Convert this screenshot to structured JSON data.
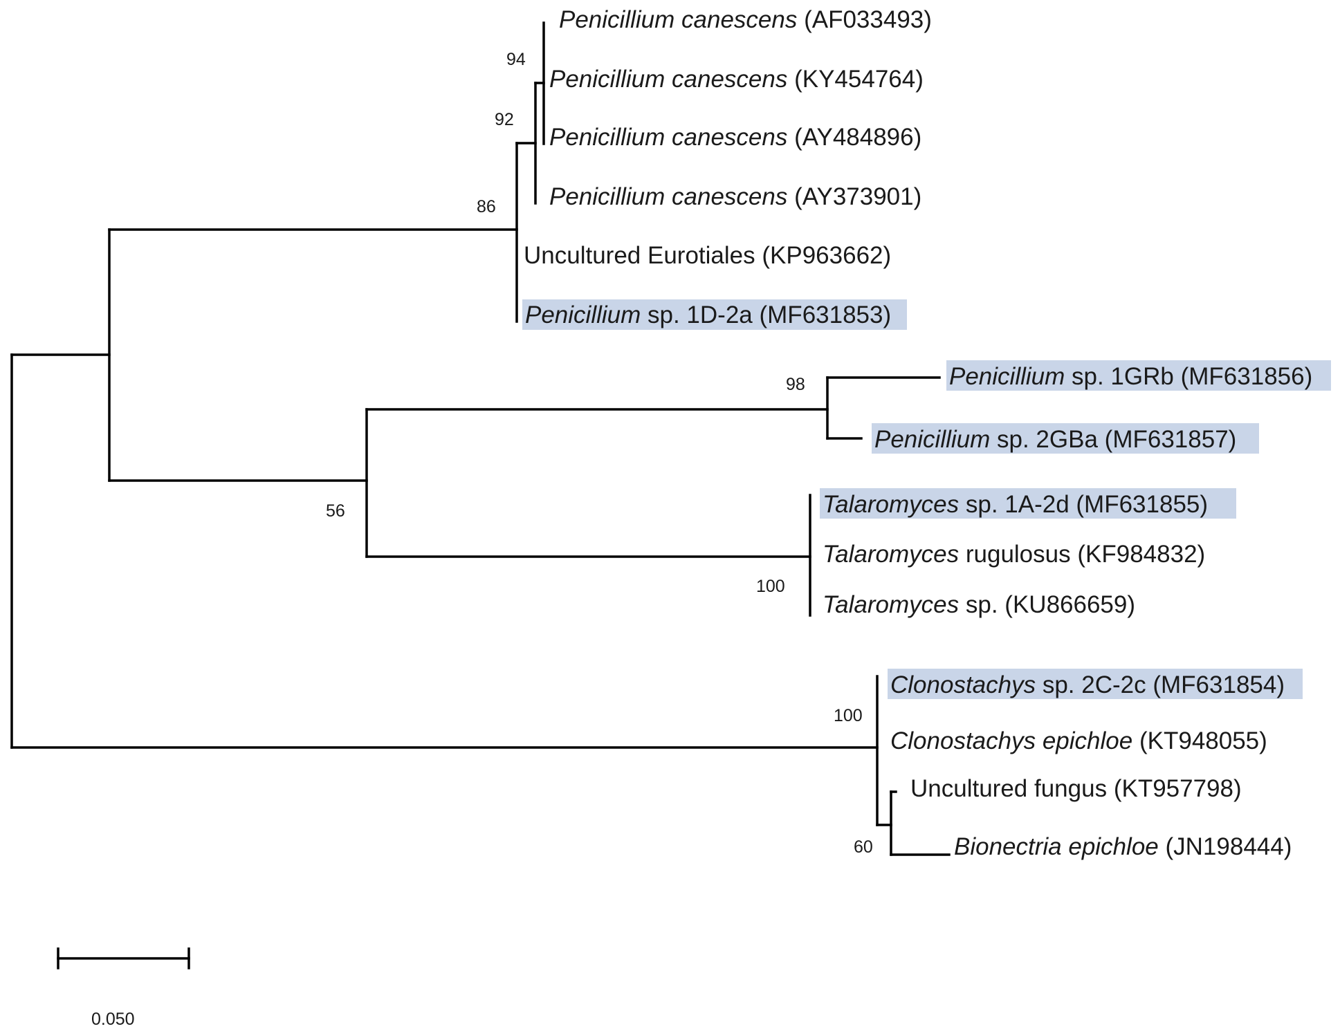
{
  "colors": {
    "highlight": "#c9d5e8",
    "branch": "#000000",
    "text": "#1a1a1a"
  },
  "leaves": [
    {
      "id": "l1",
      "genus": "Penicillium",
      "species": "canescens",
      "species_italic": true,
      "accession": "(AF033493)",
      "highlighted": false
    },
    {
      "id": "l2",
      "genus": "Penicillium",
      "species": "canescens",
      "species_italic": true,
      "accession": "(KY454764)",
      "highlighted": false
    },
    {
      "id": "l3",
      "genus": "Penicillium",
      "species": "canescens",
      "species_italic": true,
      "accession": "(AY484896)",
      "highlighted": false
    },
    {
      "id": "l4",
      "genus": "Penicillium",
      "species": "canescens",
      "species_italic": true,
      "accession": "(AY373901)",
      "highlighted": false
    },
    {
      "id": "l5",
      "genus": "",
      "species": "Uncultured Eurotiales",
      "species_italic": false,
      "accession": "(KP963662)",
      "highlighted": false
    },
    {
      "id": "l6",
      "genus": "Penicillium",
      "species": "sp. 1D-2a",
      "species_italic": false,
      "accession": "(MF631853)",
      "highlighted": true
    },
    {
      "id": "l7",
      "genus": "Penicillium",
      "species": "sp. 1GRb",
      "species_italic": false,
      "accession": "(MF631856)",
      "highlighted": true
    },
    {
      "id": "l8",
      "genus": "Penicillium",
      "species": "sp. 2GBa",
      "species_italic": false,
      "accession": "(MF631857)",
      "highlighted": true
    },
    {
      "id": "l9",
      "genus": "Talaromyces",
      "species": "sp. 1A-2d",
      "species_italic": false,
      "accession": "(MF631855)",
      "highlighted": true
    },
    {
      "id": "l10",
      "genus": "Talaromyces",
      "species": "rugulosus",
      "species_italic": false,
      "accession": "(KF984832)",
      "highlighted": false
    },
    {
      "id": "l11",
      "genus": "Talaromyces",
      "species": "sp.",
      "species_italic": false,
      "accession": "(KU866659)",
      "highlighted": false
    },
    {
      "id": "l12",
      "genus": "Clonostachys",
      "species": "sp. 2C-2c",
      "species_italic": false,
      "accession": "(MF631854)",
      "highlighted": true
    },
    {
      "id": "l13",
      "genus": "Clonostachys",
      "species": "epichloe",
      "species_italic": true,
      "accession": "(KT948055)",
      "highlighted": false
    },
    {
      "id": "l14",
      "genus": "",
      "species": "Uncultured fungus",
      "species_italic": false,
      "accession": "(KT957798)",
      "highlighted": false
    },
    {
      "id": "l15",
      "genus": "Bionectria",
      "species": "epichloe",
      "species_italic": true,
      "accession": "(JN198444)",
      "highlighted": false
    }
  ],
  "bootstrap": [
    {
      "id": "b94",
      "value": "94"
    },
    {
      "id": "b92",
      "value": "92"
    },
    {
      "id": "b86",
      "value": "86"
    },
    {
      "id": "b98",
      "value": "98"
    },
    {
      "id": "b56",
      "value": "56"
    },
    {
      "id": "b100a",
      "value": "100"
    },
    {
      "id": "b100b",
      "value": "100"
    },
    {
      "id": "b60",
      "value": "60"
    }
  ],
  "scale_bar": {
    "label": "0.050"
  }
}
